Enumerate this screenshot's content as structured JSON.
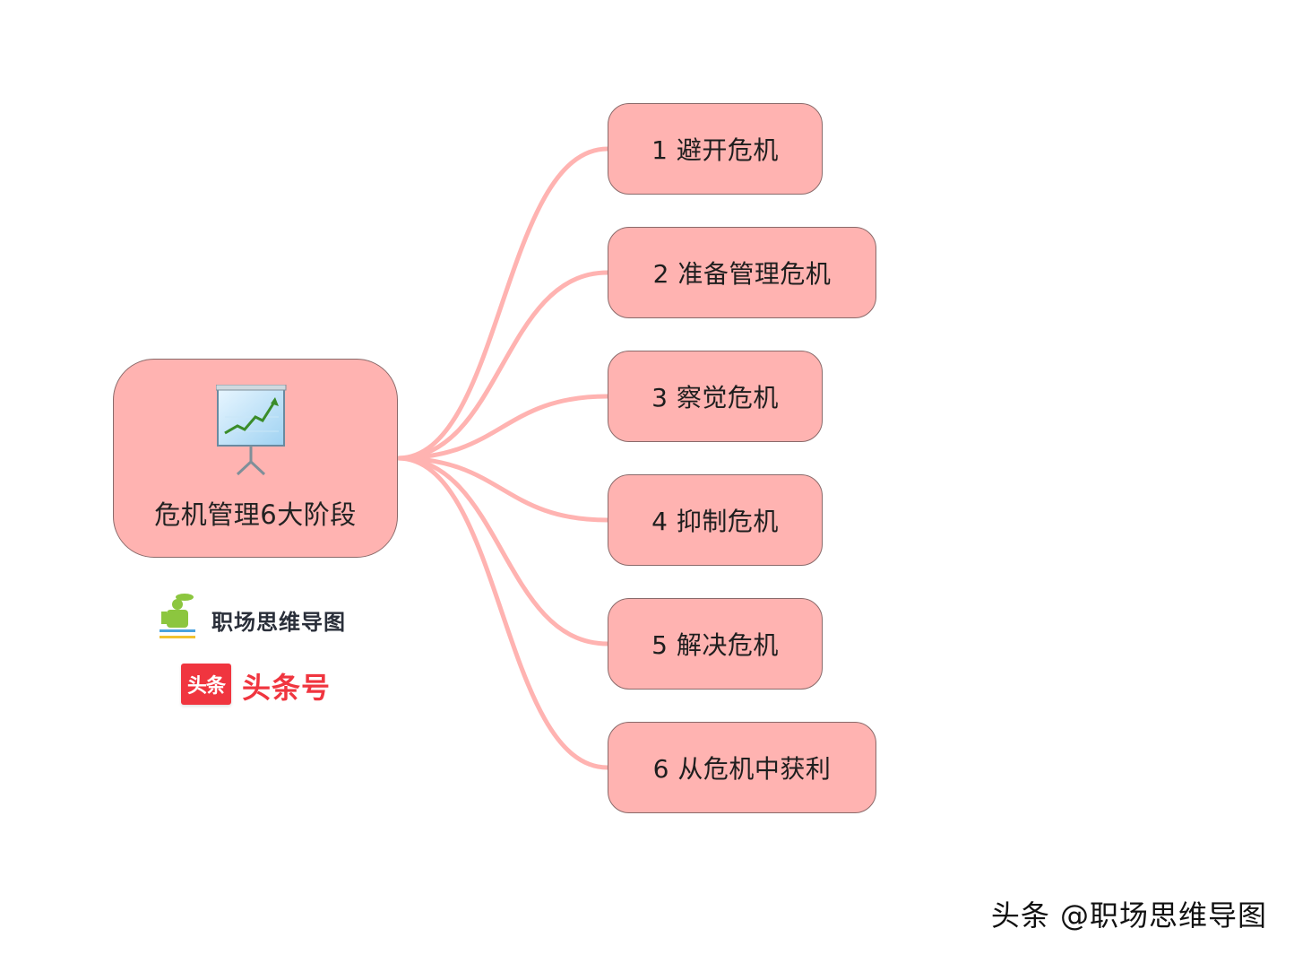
{
  "root": {
    "label": "危机管理6大阶段",
    "icon": "presentation-chart-icon"
  },
  "branches": [
    {
      "label": "1 避开危机"
    },
    {
      "label": "2 准备管理危机"
    },
    {
      "label": "3 察觉危机"
    },
    {
      "label": "4 抑制危机"
    },
    {
      "label": "5 解决危机"
    },
    {
      "label": "6 从危机中获利"
    }
  ],
  "brand": {
    "icon": "mascot-logo-icon",
    "text": "职场思维导图"
  },
  "toutiao": {
    "badge": "头条",
    "text": "头条号"
  },
  "watermark": "头条 @职场思维导图",
  "colors": {
    "node_fill": "#ffb3b1",
    "node_border": "#8a6a6a",
    "link": "#ffb3b1",
    "brand_red": "#f0353f"
  }
}
